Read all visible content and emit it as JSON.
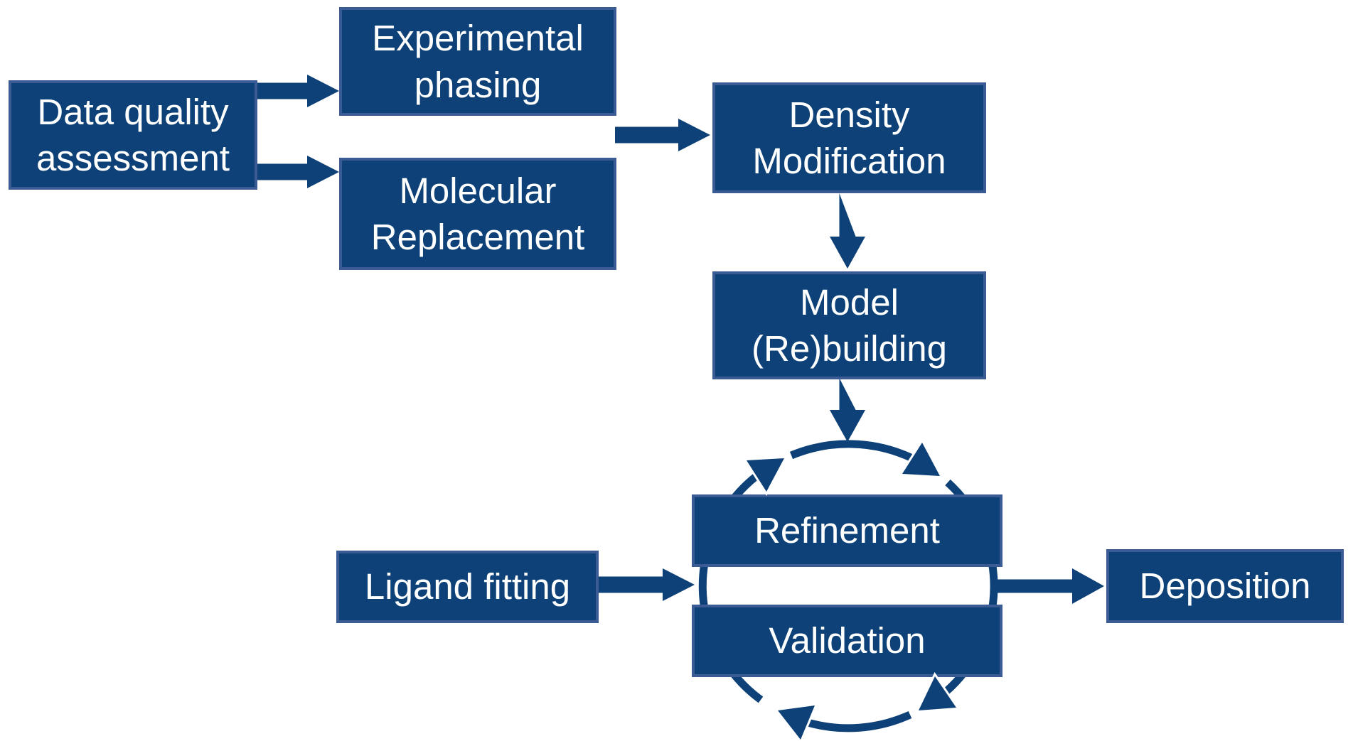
{
  "diagram": {
    "type": "flowchart",
    "background": "#ffffff",
    "colors": {
      "node_fill": "#0d4177",
      "node_border": "#3b5b94",
      "arrow": "#0d4177",
      "text": "#ffffff"
    },
    "nodes": {
      "data_quality": {
        "lines": [
          "Data quality",
          "assessment"
        ]
      },
      "experimental_phasing": {
        "lines": [
          "Experimental",
          "phasing"
        ]
      },
      "molecular_replacement": {
        "lines": [
          "Molecular",
          "Replacement"
        ]
      },
      "density_modification": {
        "lines": [
          "Density",
          "Modification"
        ]
      },
      "model_rebuilding": {
        "lines": [
          "Model",
          "(Re)building"
        ]
      },
      "refinement": {
        "lines": [
          "Refinement"
        ]
      },
      "validation": {
        "lines": [
          "Validation"
        ]
      },
      "ligand_fitting": {
        "lines": [
          "Ligand fitting"
        ]
      },
      "deposition": {
        "lines": [
          "Deposition"
        ]
      }
    },
    "edges": [
      {
        "from": "data_quality",
        "to": "experimental_phasing"
      },
      {
        "from": "data_quality",
        "to": "molecular_replacement"
      },
      {
        "from": [
          "experimental_phasing",
          "molecular_replacement"
        ],
        "to": "density_modification"
      },
      {
        "from": "density_modification",
        "to": "model_rebuilding"
      },
      {
        "from": "model_rebuilding",
        "to": "refinement_validation_cycle"
      },
      {
        "from": "ligand_fitting",
        "to": "refinement_validation_cycle"
      },
      {
        "from": "refinement_validation_cycle",
        "to": "deposition"
      },
      {
        "cycle": [
          "refinement",
          "validation"
        ],
        "direction": "clockwise"
      }
    ]
  }
}
